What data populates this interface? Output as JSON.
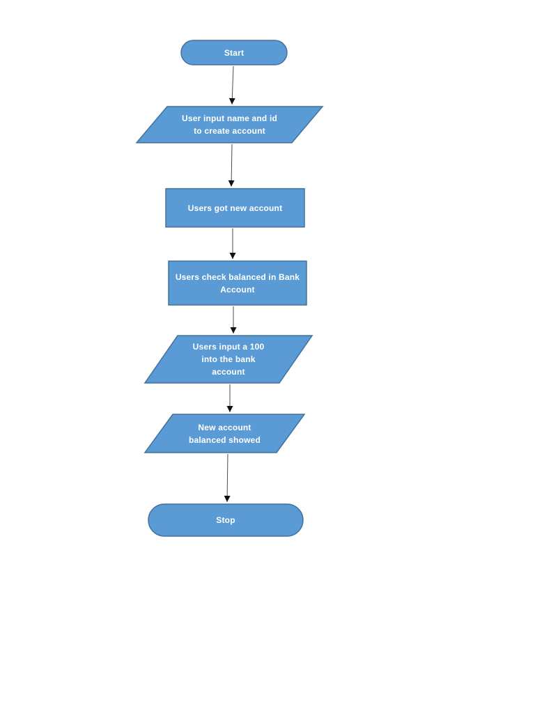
{
  "document": {
    "background": "#ffffff"
  },
  "colors": {
    "node_fill": "#5b9bd5",
    "node_border": "#41719c",
    "node_text": "#ffffff",
    "connector_line": "#4a4a4a",
    "connector_arrowhead": "#111111"
  },
  "flowchart": {
    "type": "flowchart",
    "direction": "top-to-bottom",
    "nodes": [
      {
        "id": "start",
        "type": "terminator",
        "lines": [
          "Start"
        ]
      },
      {
        "id": "user-input-create-account",
        "type": "data-input-parallelogram",
        "lines": [
          "User input name and id",
          "to create account"
        ]
      },
      {
        "id": "users-got-new-account",
        "type": "process-rectangle",
        "lines": [
          "Users got new account"
        ]
      },
      {
        "id": "users-check-balance",
        "type": "process-rectangle",
        "lines": [
          "Users check balanced in Bank",
          "Account"
        ]
      },
      {
        "id": "users-input-100",
        "type": "data-input-parallelogram",
        "lines": [
          "Users input a 100",
          "into the bank",
          "account"
        ]
      },
      {
        "id": "new-account-balance-showed",
        "type": "data-input-parallelogram",
        "lines": [
          "New account",
          "balanced showed"
        ]
      },
      {
        "id": "stop",
        "type": "terminator",
        "lines": [
          "Stop"
        ]
      }
    ],
    "edges": [
      {
        "from": "start",
        "to": "user-input-create-account"
      },
      {
        "from": "user-input-create-account",
        "to": "users-got-new-account"
      },
      {
        "from": "users-got-new-account",
        "to": "users-check-balance"
      },
      {
        "from": "users-check-balance",
        "to": "users-input-100"
      },
      {
        "from": "users-input-100",
        "to": "new-account-balance-showed"
      },
      {
        "from": "new-account-balance-showed",
        "to": "stop"
      }
    ]
  }
}
